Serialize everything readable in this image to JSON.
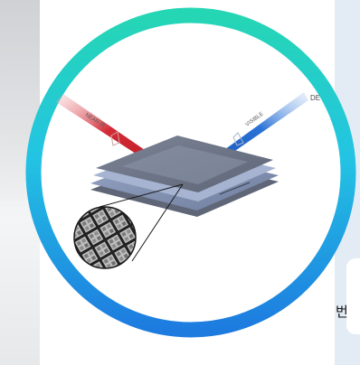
{
  "background": {
    "left_color": "#e3e5e7",
    "right_color": "#e3ecf4"
  },
  "ring": {
    "gradient_top": "#25d6b4",
    "gradient_mid": "#23c4e3",
    "gradient_bottom": "#1d7be0"
  },
  "illustration": {
    "left_beam_label": "NEAR-IR",
    "right_beam_label": "VISIBLE",
    "right_beam_corner_text": "DE",
    "icon": "wafer-reflection-diagram-icon",
    "left_beam_color": "#cc1f2a",
    "right_beam_color": "#1a63cc"
  },
  "side_text": "번"
}
